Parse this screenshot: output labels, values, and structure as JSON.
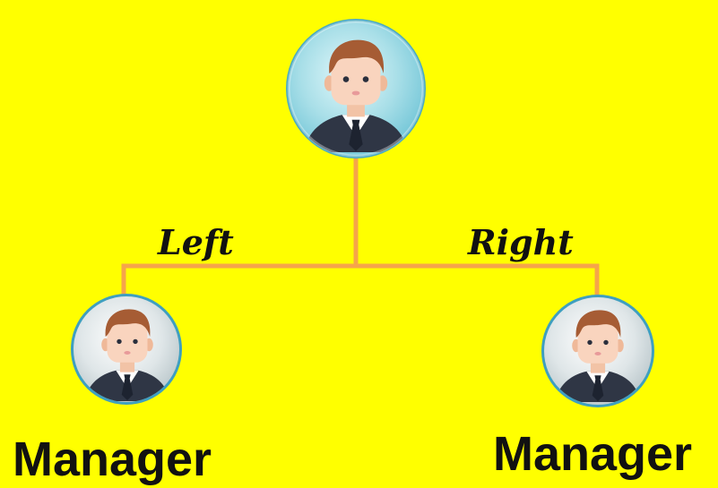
{
  "background": "#ffff00",
  "connector_color": "#f6a54a",
  "nodes": {
    "root": {
      "icon": "businessman-avatar-icon"
    },
    "left": {
      "icon": "businessman-avatar-icon",
      "caption": "Manager"
    },
    "right": {
      "icon": "businessman-avatar-icon",
      "caption": "Manager"
    }
  },
  "branches": {
    "left": "Left",
    "right": "Right"
  }
}
